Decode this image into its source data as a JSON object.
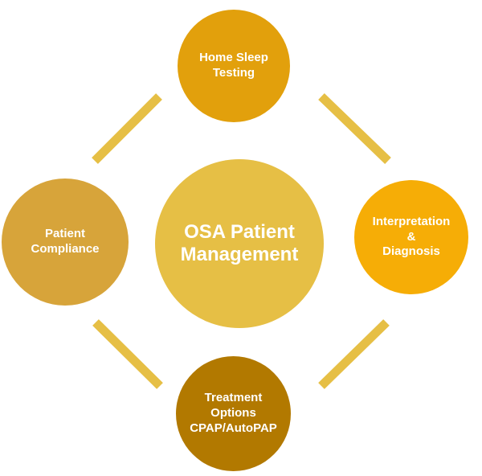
{
  "diagram": {
    "center": {
      "label": "OSA Patient\nManagement",
      "color": "#e6bf45"
    },
    "nodes": {
      "top": {
        "label": "Home Sleep\nTesting",
        "color": "#e2a00c"
      },
      "right": {
        "label": "Interpretation\n&\nDiagnosis",
        "color": "#f6ad06"
      },
      "bottom": {
        "label": "Treatment\nOptions\nCPAP/AutoPAP",
        "color": "#b27900"
      },
      "left": {
        "label": "Patient\nCompliance",
        "color": "#d7a43a"
      }
    },
    "connector_color": "#e6bf45"
  }
}
